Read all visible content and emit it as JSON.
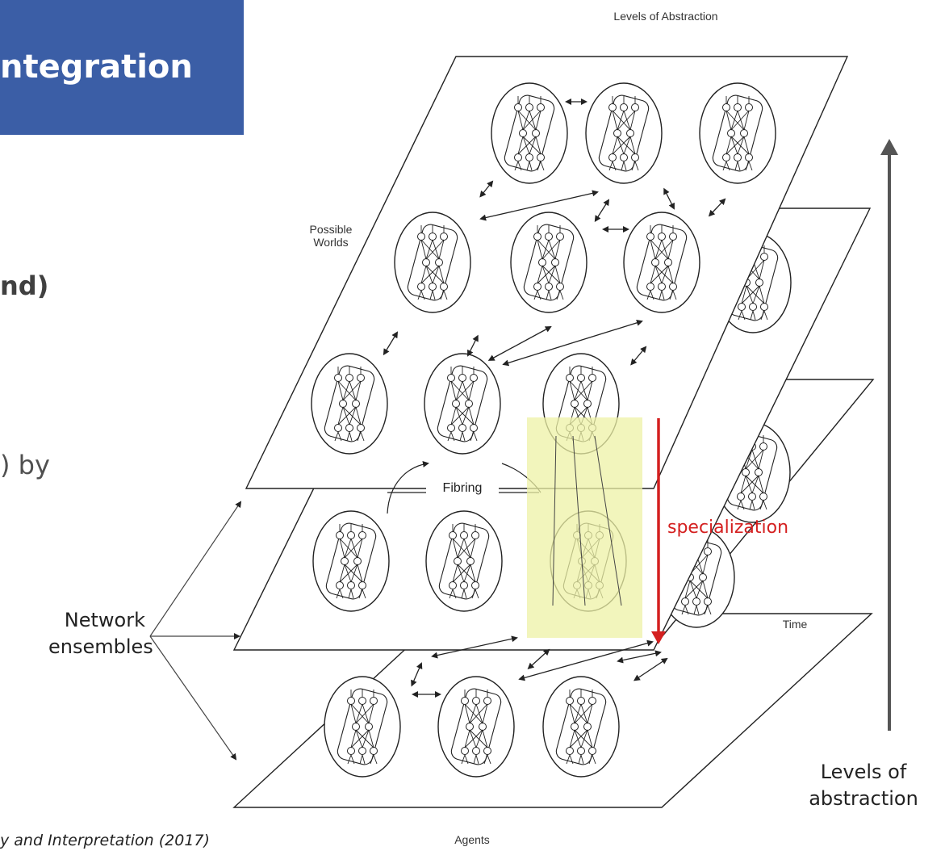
{
  "slide": {
    "title_fragment": "ntegration",
    "bullet_bold": "nd)",
    "bullet_plain": ") by",
    "network_label": "Network ensembles",
    "abstraction_label": "Levels of abstraction",
    "footnote": "y and Interpretation (2017)"
  },
  "diagram": {
    "top_label": "Levels of Abstraction",
    "possible_worlds": "Possible Worlds",
    "time": "Time",
    "agents": "Agents",
    "fibring": "Fibring",
    "specialization": "specialization",
    "colors": {
      "title_bg": "#3b5ea6",
      "highlight": "#eef2a6",
      "specialization_arrow": "#d42020",
      "abstraction_arrow": "#555555"
    }
  }
}
